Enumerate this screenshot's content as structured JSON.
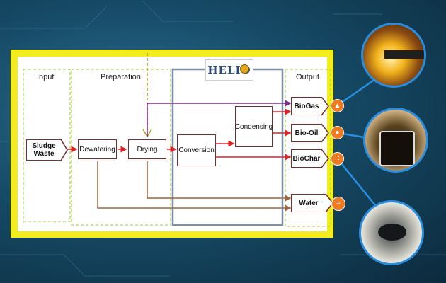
{
  "logo": {
    "text": "HELIO"
  },
  "sections": {
    "input": "Input",
    "preparation": "Preparation",
    "output": "Output"
  },
  "nodes": {
    "sludge_waste": "Sludge\nWaste",
    "dewatering": "Dewatering",
    "drying": "Drying",
    "conversion": "Conversion",
    "condensing": "Condensing",
    "biogas": "BioGas",
    "biooil": "Bio-Oil",
    "biochar": "BioChar",
    "water": "Water"
  },
  "icons": [
    "flame-icon",
    "oil-drop-icon",
    "char-pellet-icon",
    "water-waves-icon"
  ],
  "colors": {
    "frame": "#f4ed1c",
    "flow_red": "#e02020",
    "flow_brown": "#a0643c",
    "flow_purple": "#7b2a8c",
    "flow_olive": "#a8a020",
    "accent_icon": "#f07a22",
    "photo_ring": "#2a8ee0"
  }
}
